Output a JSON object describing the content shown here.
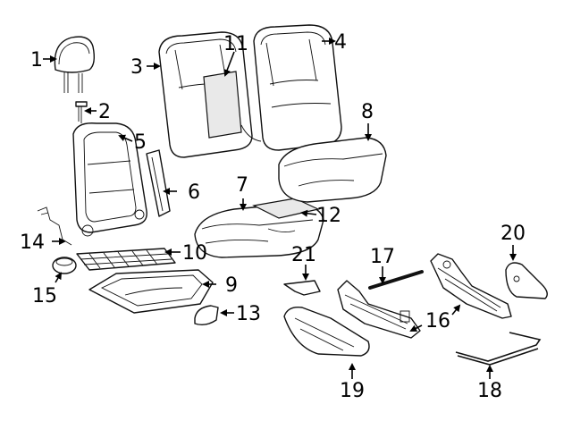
{
  "diagram": {
    "colors": {
      "line": "#111111",
      "background": "#ffffff",
      "shade": "#e9e9e9"
    },
    "callouts": [
      {
        "id": "1",
        "label": "1"
      },
      {
        "id": "2",
        "label": "2"
      },
      {
        "id": "3",
        "label": "3"
      },
      {
        "id": "4",
        "label": "4"
      },
      {
        "id": "5",
        "label": "5"
      },
      {
        "id": "6",
        "label": "6"
      },
      {
        "id": "7",
        "label": "7"
      },
      {
        "id": "8",
        "label": "8"
      },
      {
        "id": "9",
        "label": "9"
      },
      {
        "id": "10",
        "label": "10"
      },
      {
        "id": "11",
        "label": "11"
      },
      {
        "id": "12",
        "label": "12"
      },
      {
        "id": "13",
        "label": "13"
      },
      {
        "id": "14",
        "label": "14"
      },
      {
        "id": "15",
        "label": "15"
      },
      {
        "id": "16",
        "label": "16"
      },
      {
        "id": "17",
        "label": "17"
      },
      {
        "id": "18",
        "label": "18"
      },
      {
        "id": "19",
        "label": "19"
      },
      {
        "id": "20",
        "label": "20"
      },
      {
        "id": "21",
        "label": "21"
      }
    ]
  }
}
